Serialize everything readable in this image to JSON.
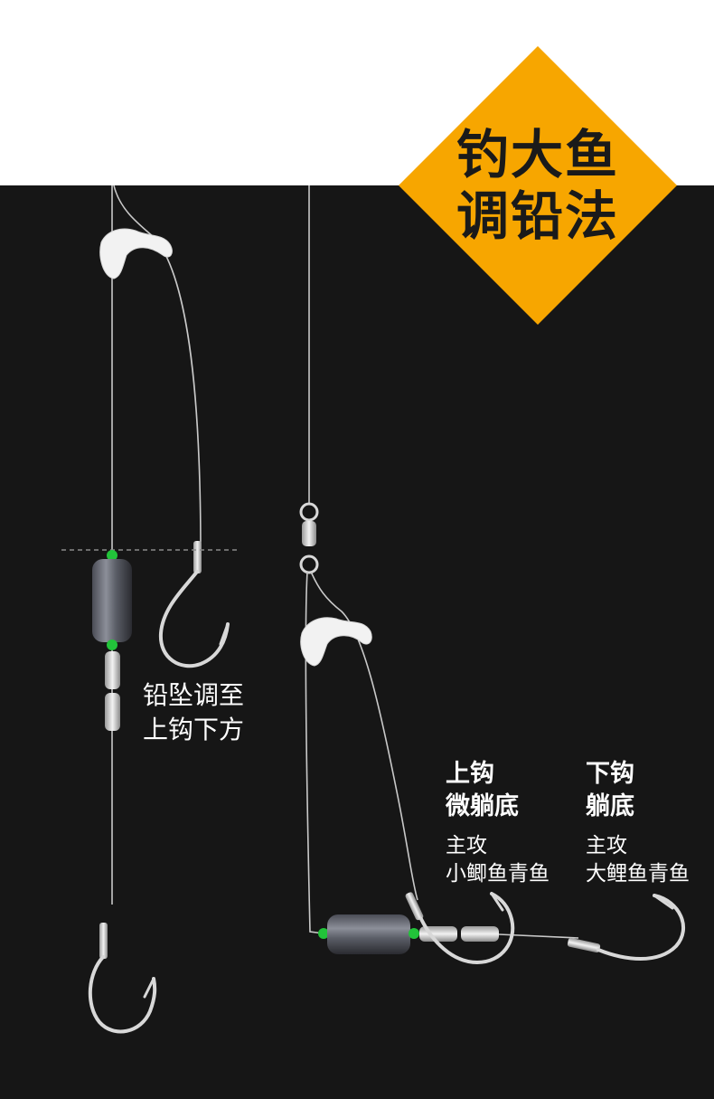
{
  "title": {
    "line1": "钓大鱼",
    "line2": "调铅法"
  },
  "lead_note": {
    "line1": "铅坠调至",
    "line2": "上钩下方"
  },
  "upper_hook": {
    "heading1": "上钩",
    "heading2": "微躺底",
    "target1": "主攻",
    "target2": "小鲫鱼青鱼"
  },
  "lower_hook": {
    "heading1": "下钩",
    "heading2": "躺底",
    "target1": "主攻",
    "target2": "大鲤鱼青鱼"
  },
  "colors": {
    "background": "#161616",
    "top_band": "#ffffff",
    "badge": "#f7a600",
    "bead": "#22c33a",
    "text": "#ffffff"
  },
  "icons": [
    "float-icon",
    "sinker-icon",
    "swivel-icon",
    "hook-icon",
    "bead-icon"
  ]
}
